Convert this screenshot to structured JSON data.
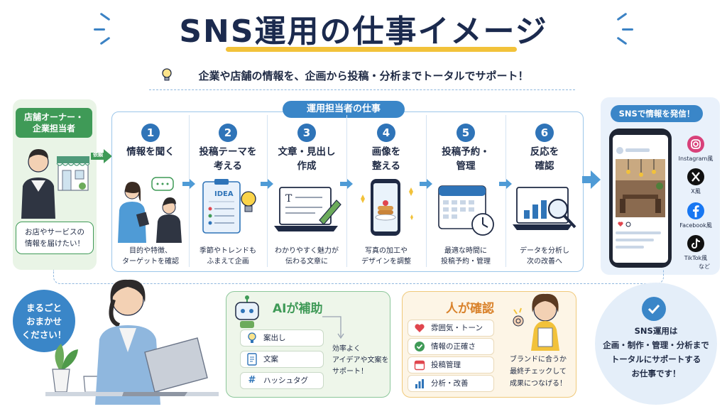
{
  "header": {
    "title": "SNS運用の仕事イメージ",
    "subtitle": "企業や店舗の情報を、企画から投稿・分析までトータルでサポート！"
  },
  "client": {
    "tag_line1": "店舗オーナー・",
    "tag_line2": "企業担当者",
    "arrow_label": "依頼",
    "bubble_line1": "お店やサービスの",
    "bubble_line2": "情報を届けたい！"
  },
  "process": {
    "tag": "運用担当者の仕事",
    "steps": [
      {
        "num": "1",
        "title1": "情報を聞く",
        "title2": "",
        "desc1": "目的や特徴、",
        "desc2": "ターゲットを確認"
      },
      {
        "num": "2",
        "title1": "投稿テーマを",
        "title2": "考える",
        "desc1": "季節やトレンドも",
        "desc2": "ふまえて企画"
      },
      {
        "num": "3",
        "title1": "文章・見出し",
        "title2": "作成",
        "desc1": "わかりやすく魅力が",
        "desc2": "伝わる文章に"
      },
      {
        "num": "4",
        "title1": "画像を",
        "title2": "整える",
        "desc1": "写真の加工や",
        "desc2": "デザインを調整"
      },
      {
        "num": "5",
        "title1": "投稿予約・",
        "title2": "管理",
        "desc1": "最適な時間に",
        "desc2": "投稿予約・管理"
      },
      {
        "num": "6",
        "title1": "反応を",
        "title2": "確認",
        "desc1": "データを分析し",
        "desc2": "次の改善へ"
      }
    ],
    "idea_label": "IDEA"
  },
  "sns": {
    "tag": "SNSで情報を発信！",
    "platforms": [
      {
        "label": "Instagram風",
        "color": "#d8417a"
      },
      {
        "label": "X風",
        "color": "#111111"
      },
      {
        "label": "Facebook風",
        "color": "#1877f2"
      },
      {
        "label": "TikTok風",
        "color": "#111111"
      }
    ],
    "more": "など"
  },
  "omakase": {
    "line1": "まるごと",
    "line2": "おまかせ",
    "line3": "ください！"
  },
  "ai": {
    "title": "AIが補助",
    "items": [
      {
        "icon": "lightbulb-icon",
        "label": "案出し"
      },
      {
        "icon": "document-icon",
        "label": "文案"
      },
      {
        "icon": "hashtag-icon",
        "label": "ハッシュタグ"
      }
    ],
    "note1": "効率よく",
    "note2": "アイデアや文案を",
    "note3": "サポート！"
  },
  "human": {
    "title": "人が確認",
    "items": [
      {
        "icon": "heart-icon",
        "label": "雰囲気・トーン",
        "color": "#e0464e"
      },
      {
        "icon": "check-icon",
        "label": "情報の正確さ",
        "color": "#3f9a57"
      },
      {
        "icon": "calendar-icon",
        "label": "投稿管理",
        "color": "#e0464e"
      },
      {
        "icon": "bar-chart-icon",
        "label": "分析・改善",
        "color": "#2f74b8"
      }
    ],
    "note1": "ブランドに合うか",
    "note2": "最終チェックして",
    "note3": "成果につなげる！"
  },
  "summary": {
    "line1": "SNS運用は",
    "line2": "企画・制作・管理・分析まで",
    "line3": "トータルにサポートする",
    "line4": "お仕事です！"
  },
  "colors": {
    "primary": "#2f74b8",
    "accent": "#f2c23a",
    "green": "#3f9a57",
    "orange": "#d9822b"
  }
}
